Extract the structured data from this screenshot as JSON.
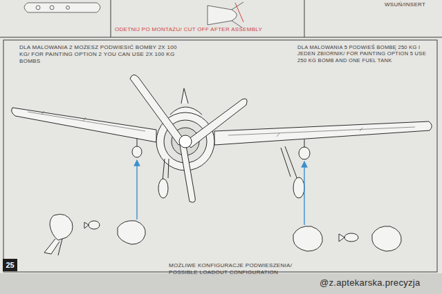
{
  "diagram": {
    "nodes": [
      {
        "text": [
          "25"
        ]
      }
    ],
    "labels": [
      "ODETNIJ PO MONTAŻU/ CUT OFF AFTER ASSEMBLY",
      "WSUŃ/INSERT",
      "DLA MALOWANIA 2 MOŻESZ PODWIESIĆ BOMBY 2X 100 KG/ FOR PAINTING OPTION 2 YOU CAN USE 2X 100 KG BOMBS",
      "DLA MALOWANIA 5 PODWIEŚ BOMBĘ 250 KG I JEDEN ZBIORNIK/ FOR PAINTING OPTION 5 USE 250 KG BOMB AND ONE FUEL TANK",
      "MOŻLIWE KONFIGURACJE PODWIESZENIA/ POSSIBLE LOADOUT CONFIGURATION",
      "@z.aptekarska.precyzja"
    ]
  }
}
